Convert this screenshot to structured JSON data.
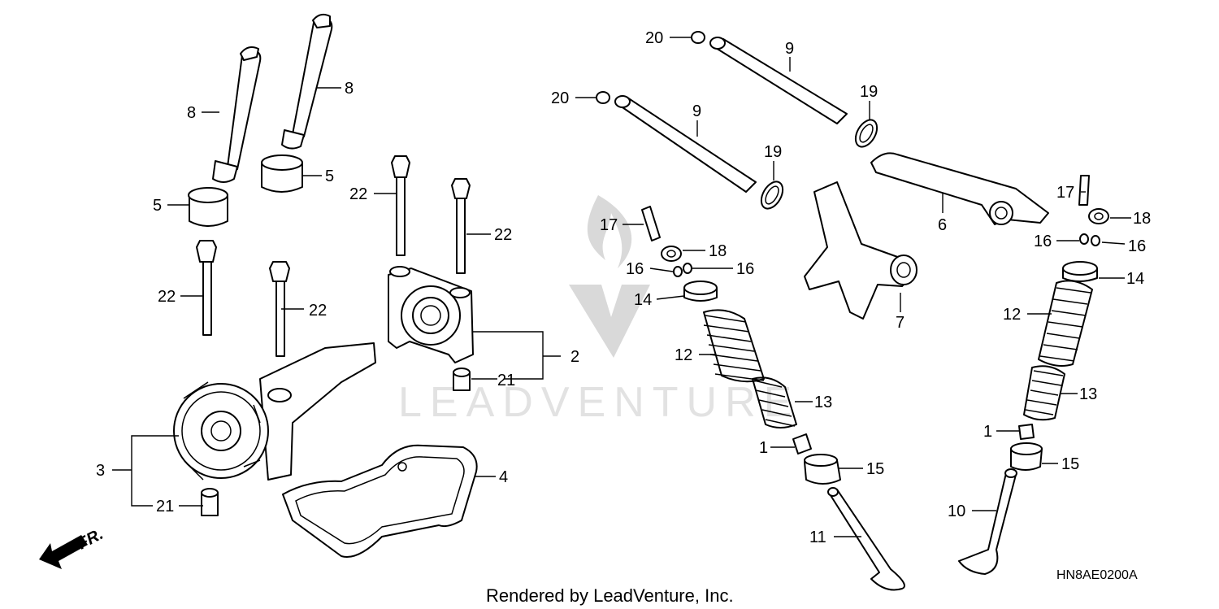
{
  "diagram": {
    "code": "HN8AE0200A",
    "footer": "Rendered by LeadVenture, Inc.",
    "watermark": "LEADVENTURE",
    "front_indicator": "FR.",
    "callouts": [
      {
        "id": "c8a",
        "label": "8"
      },
      {
        "id": "c8b",
        "label": "8"
      },
      {
        "id": "c5a",
        "label": "5"
      },
      {
        "id": "c5b",
        "label": "5"
      },
      {
        "id": "c22a",
        "label": "22"
      },
      {
        "id": "c22b",
        "label": "22"
      },
      {
        "id": "c22c",
        "label": "22"
      },
      {
        "id": "c22d",
        "label": "22"
      },
      {
        "id": "c2",
        "label": "2"
      },
      {
        "id": "c21a",
        "label": "21"
      },
      {
        "id": "c3",
        "label": "3"
      },
      {
        "id": "c21b",
        "label": "21"
      },
      {
        "id": "c4",
        "label": "4"
      },
      {
        "id": "c20a",
        "label": "20"
      },
      {
        "id": "c20b",
        "label": "20"
      },
      {
        "id": "c9a",
        "label": "9"
      },
      {
        "id": "c9b",
        "label": "9"
      },
      {
        "id": "c19a",
        "label": "19"
      },
      {
        "id": "c19b",
        "label": "19"
      },
      {
        "id": "c6",
        "label": "6"
      },
      {
        "id": "c7",
        "label": "7"
      },
      {
        "id": "c17a",
        "label": "17"
      },
      {
        "id": "c18a",
        "label": "18"
      },
      {
        "id": "c16a",
        "label": "16"
      },
      {
        "id": "c16b",
        "label": "16"
      },
      {
        "id": "c14a",
        "label": "14"
      },
      {
        "id": "c12a",
        "label": "12"
      },
      {
        "id": "c13a",
        "label": "13"
      },
      {
        "id": "c1a",
        "label": "1"
      },
      {
        "id": "c15a",
        "label": "15"
      },
      {
        "id": "c11",
        "label": "11"
      },
      {
        "id": "c17b",
        "label": "17"
      },
      {
        "id": "c18b",
        "label": "18"
      },
      {
        "id": "c16c",
        "label": "16"
      },
      {
        "id": "c16d",
        "label": "16"
      },
      {
        "id": "c14b",
        "label": "14"
      },
      {
        "id": "c12b",
        "label": "12"
      },
      {
        "id": "c13b",
        "label": "13"
      },
      {
        "id": "c1b",
        "label": "1"
      },
      {
        "id": "c15b",
        "label": "15"
      },
      {
        "id": "c10",
        "label": "10"
      }
    ]
  }
}
